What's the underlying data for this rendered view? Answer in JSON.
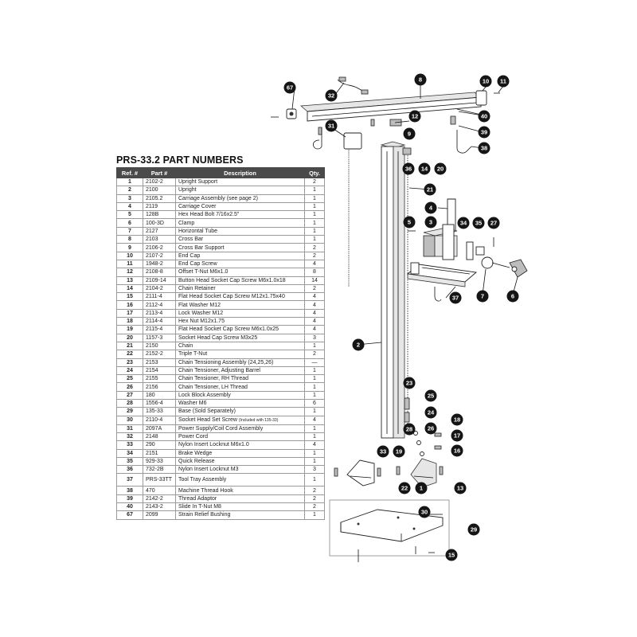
{
  "title": "PRS-33.2 PART NUMBERS",
  "table": {
    "headers": [
      "Ref. #",
      "Part #",
      "Description",
      "Qty."
    ],
    "rows": [
      {
        "ref": "1",
        "part": "2102-2",
        "desc": "Upright Support",
        "qty": "2"
      },
      {
        "ref": "2",
        "part": "2100",
        "desc": "Upright",
        "qty": "1"
      },
      {
        "ref": "3",
        "part": "2105.2",
        "desc": "Carriage Assembly (see page 2)",
        "qty": "1"
      },
      {
        "ref": "4",
        "part": "2119",
        "desc": "Carriage Cover",
        "qty": "1"
      },
      {
        "ref": "5",
        "part": "128B",
        "desc": "Hex Head Bolt 7/16x2.5\"",
        "qty": "1"
      },
      {
        "ref": "6",
        "part": "100-3D",
        "desc": "Clamp",
        "qty": "1"
      },
      {
        "ref": "7",
        "part": "2127",
        "desc": "Horizontal Tube",
        "qty": "1"
      },
      {
        "ref": "8",
        "part": "2103",
        "desc": "Cross Bar",
        "qty": "1"
      },
      {
        "ref": "9",
        "part": "2106-2",
        "desc": "Cross Bar Support",
        "qty": "2"
      },
      {
        "ref": "10",
        "part": "2107-2",
        "desc": "End Cap",
        "qty": "2"
      },
      {
        "ref": "11",
        "part": "1948-2",
        "desc": "End Cap Screw",
        "qty": "4"
      },
      {
        "ref": "12",
        "part": "2108-8",
        "desc": "Offset T-Nut M6x1.0",
        "qty": "8"
      },
      {
        "ref": "13",
        "part": "2109-14",
        "desc": "Button Head Socket Cap Screw M6x1.0x18",
        "qty": "14"
      },
      {
        "ref": "14",
        "part": "2104-2",
        "desc": "Chain Retainer",
        "qty": "2"
      },
      {
        "ref": "15",
        "part": "2111-4",
        "desc": "Flat Head Socket Cap Screw M12x1.75x40",
        "qty": "4"
      },
      {
        "ref": "16",
        "part": "2112-4",
        "desc": "Flat Washer M12",
        "qty": "4"
      },
      {
        "ref": "17",
        "part": "2113-4",
        "desc": "Lock Washer M12",
        "qty": "4"
      },
      {
        "ref": "18",
        "part": "2114-4",
        "desc": "Hex Nut M12x1.75",
        "qty": "4"
      },
      {
        "ref": "19",
        "part": "2115-4",
        "desc": "Flat Head Socket Cap Screw M6x1.0x25",
        "qty": "4"
      },
      {
        "ref": "20",
        "part": "1157-3",
        "desc": "Socket Head Cap Screw M3x25",
        "qty": "3"
      },
      {
        "ref": "21",
        "part": "2150",
        "desc": "Chain",
        "qty": "1"
      },
      {
        "ref": "22",
        "part": "2152-2",
        "desc": "Triple T-Nut",
        "qty": "2"
      },
      {
        "ref": "23",
        "part": "2153",
        "desc": "Chain Tensioning Assembly (24,25,26)",
        "qty": "—"
      },
      {
        "ref": "24",
        "part": "2154",
        "desc": "Chain Tensioner, Adjusting Barrel",
        "qty": "1"
      },
      {
        "ref": "25",
        "part": "2155",
        "desc": "Chain Tensioner, RH Thread",
        "qty": "1"
      },
      {
        "ref": "26",
        "part": "2156",
        "desc": "Chain Tensioner, LH Thread",
        "qty": "1"
      },
      {
        "ref": "27",
        "part": "180",
        "desc": "Lock Block Assembly",
        "qty": "1"
      },
      {
        "ref": "28",
        "part": "1556-4",
        "desc": "Washer M6",
        "qty": "6"
      },
      {
        "ref": "29",
        "part": "135-33",
        "desc": "Base (Sold Separately)",
        "qty": "1"
      },
      {
        "ref": "30",
        "part": "2110-4",
        "desc": "Socket Head Set Screw",
        "desc_note": "(Included with 135-33)",
        "qty": "4"
      },
      {
        "ref": "31",
        "part": "2097A",
        "desc": "Power Supply/Coil Cord Assembly",
        "qty": "1"
      },
      {
        "ref": "32",
        "part": "2148",
        "desc": "Power Cord",
        "qty": "1"
      },
      {
        "ref": "33",
        "part": "290",
        "desc": "Nylon Insert Locknut M6x1.0",
        "qty": "4"
      },
      {
        "ref": "34",
        "part": "2151",
        "desc": "Brake Wedge",
        "qty": "1"
      },
      {
        "ref": "35",
        "part": "929-33",
        "desc": "Quick Release",
        "qty": "1"
      },
      {
        "ref": "36",
        "part": "732-2B",
        "desc": "Nylon Insert Locknut M3",
        "qty": "3"
      },
      {
        "ref": "37",
        "part": "PRS-33TT",
        "desc": "Tool Tray Assembly",
        "qty": "1",
        "tall": true
      },
      {
        "ref": "38",
        "part": "470",
        "desc": "Machine Thread Hook",
        "qty": "2"
      },
      {
        "ref": "39",
        "part": "2142-2",
        "desc": "Thread Adaptor",
        "qty": "2"
      },
      {
        "ref": "40",
        "part": "2143-2",
        "desc": "Slide In T-Nut M8",
        "qty": "2"
      },
      {
        "ref": "67",
        "part": "2099",
        "desc": "Strain Relief Bushing",
        "qty": "1"
      }
    ]
  },
  "callouts": [
    "67",
    "32",
    "8",
    "10",
    "11",
    "12",
    "9",
    "40",
    "39",
    "38",
    "31",
    "36",
    "14",
    "20",
    "21",
    "4",
    "3",
    "5",
    "34",
    "35",
    "27",
    "7",
    "6",
    "37",
    "2",
    "23",
    "25",
    "24",
    "18",
    "26",
    "28",
    "17",
    "16",
    "33",
    "19",
    "22",
    "1",
    "13",
    "30",
    "29",
    "15"
  ]
}
